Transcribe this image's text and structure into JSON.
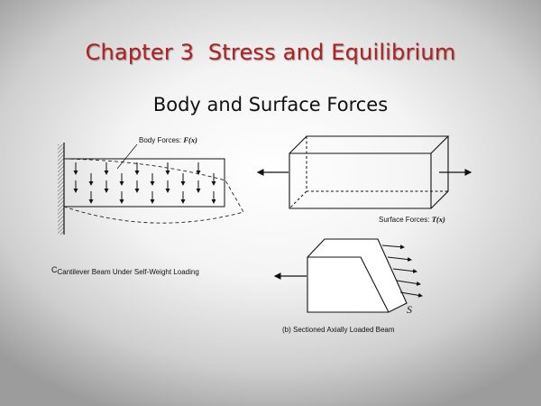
{
  "slide": {
    "title": "Chapter 3  Stress and Equilibrium",
    "subtitle": "Body and Surface Forces"
  },
  "diagram": {
    "body_forces_label": "Body Forces: ",
    "body_forces_symbol": "F(x)",
    "cantilever_caption_prefix": "C",
    "cantilever_caption": "Cantilever Beam Under Self-Weight Loading",
    "surface_forces_label": "Surface Forces: ",
    "surface_forces_symbol": "T(x)",
    "section_symbol": "S",
    "sectioned_caption": "(b) Sectioned Axially Loaded Beam"
  },
  "colors": {
    "title": "#b02020",
    "text": "#111111"
  }
}
